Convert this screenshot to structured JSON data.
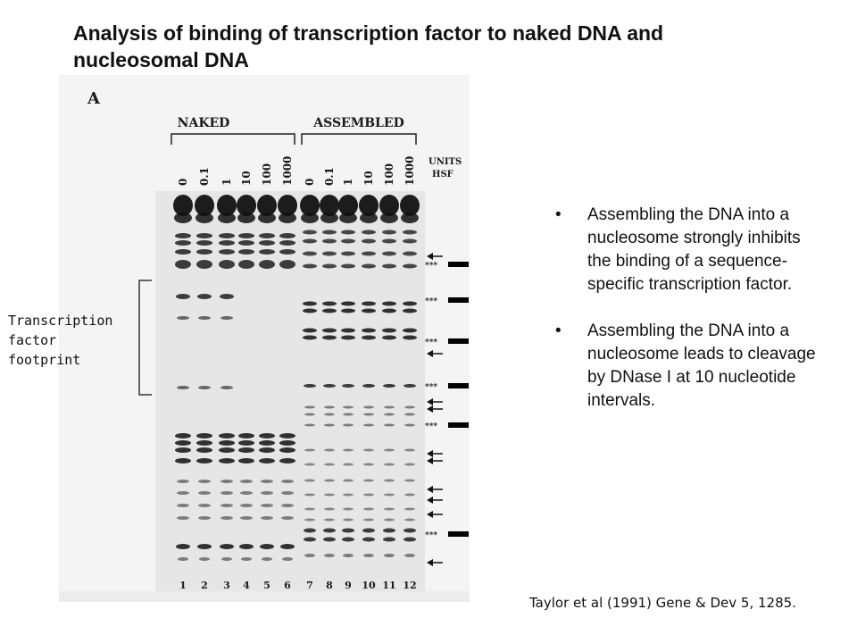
{
  "slide": {
    "title": "Analysis of binding of transcription factor to naked DNA and nucleosomal DNA",
    "footprint_label": "Transcription\nfactor\nfootprint",
    "bullets": [
      "Assembling the DNA into a nucleosome strongly inhibits the binding of a sequence-specific transcription factor.",
      "Assembling the DNA into a nucleosome leads to cleavage by DNase I at 10 nucleotide intervals."
    ],
    "bullet_glyph": "•",
    "citation": "Taylor et al (1991) Gene & Dev 5, 1285."
  },
  "gel": {
    "panel_letter": "A",
    "group_naked": "NAKED",
    "group_assembled": "ASSEMBLED",
    "concentrations": [
      "0",
      "0.1",
      "1",
      "10",
      "100",
      "1000"
    ],
    "units_label": "UNITS",
    "hsf_label": "HSF",
    "lanes": [
      "1",
      "2",
      "3",
      "4",
      "5",
      "6",
      "7",
      "8",
      "9",
      "10",
      "11",
      "12"
    ],
    "star_mark": "***"
  }
}
